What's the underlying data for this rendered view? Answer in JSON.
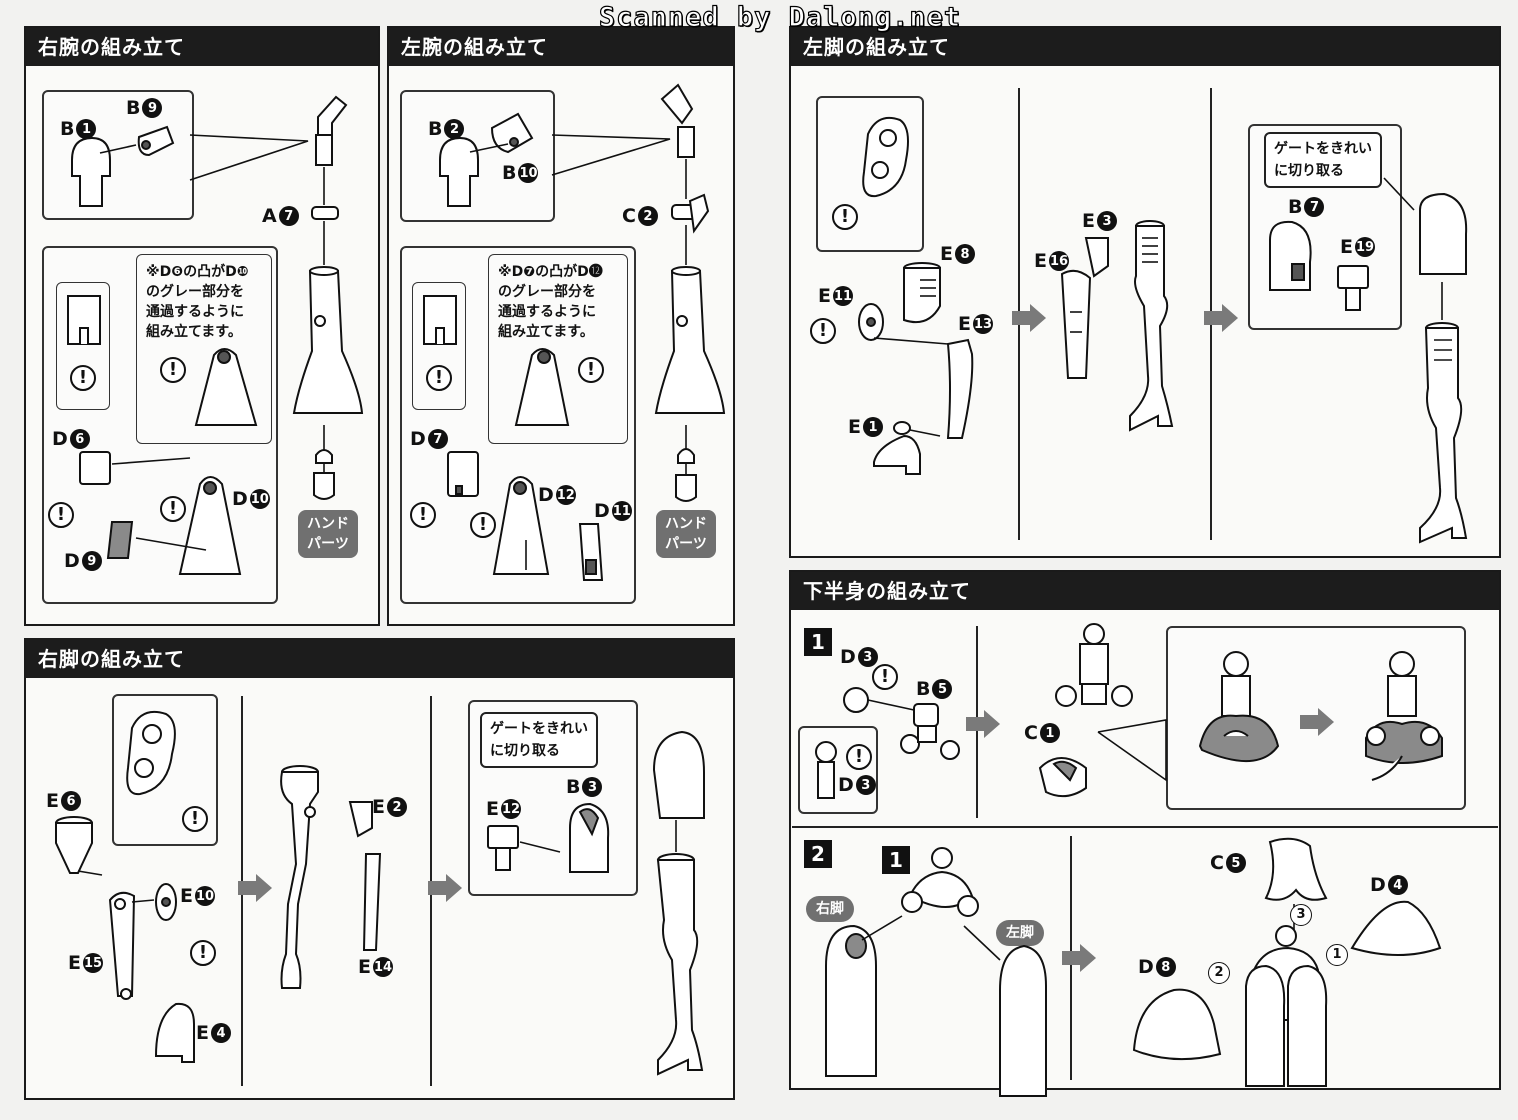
{
  "watermark": "Scanned by Dalong.net",
  "panels": {
    "right_arm": {
      "title": "右腕の組み立て"
    },
    "left_arm": {
      "title": "左腕の組み立て"
    },
    "left_leg": {
      "title": "左脚の組み立て"
    },
    "right_leg": {
      "title": "右脚の組み立て"
    },
    "lower_body": {
      "title": "下半身の組み立て"
    }
  },
  "notes": {
    "right_arm": "※D❻の凸がD❿\nのグレー部分を\n通過するように\n組み立てます。",
    "left_arm": "※D❼の凸がD⓬\nのグレー部分を\n通過するように\n組み立てます。",
    "gate": "ゲートをきれい\nに切り取る"
  },
  "tags": {
    "hand_parts": "ハンド\nパーツ",
    "right_leg": "右脚",
    "left_leg": "左脚"
  },
  "warn_symbol": "!",
  "steps": [
    "1",
    "2",
    "1"
  ],
  "assembly_order": [
    "1",
    "2",
    "3"
  ],
  "labels": {
    "ra_b1": {
      "l": "B",
      "n": "1"
    },
    "ra_b9": {
      "l": "B",
      "n": "9"
    },
    "ra_a7": {
      "l": "A",
      "n": "7"
    },
    "ra_d6": {
      "l": "D",
      "n": "6"
    },
    "ra_d10": {
      "l": "D",
      "n": "10"
    },
    "ra_d9": {
      "l": "D",
      "n": "9"
    },
    "la_b2": {
      "l": "B",
      "n": "2"
    },
    "la_b10": {
      "l": "B",
      "n": "10"
    },
    "la_c2": {
      "l": "C",
      "n": "2"
    },
    "la_d7": {
      "l": "D",
      "n": "7"
    },
    "la_d12": {
      "l": "D",
      "n": "12"
    },
    "la_d11": {
      "l": "D",
      "n": "11"
    },
    "ll_e11": {
      "l": "E",
      "n": "11"
    },
    "ll_e8": {
      "l": "E",
      "n": "8"
    },
    "ll_e13": {
      "l": "E",
      "n": "13"
    },
    "ll_e1": {
      "l": "E",
      "n": "1"
    },
    "ll_e3": {
      "l": "E",
      "n": "3"
    },
    "ll_e16": {
      "l": "E",
      "n": "16"
    },
    "ll_b7": {
      "l": "B",
      "n": "7"
    },
    "ll_e19": {
      "l": "E",
      "n": "19"
    },
    "rl_e6": {
      "l": "E",
      "n": "6"
    },
    "rl_e10": {
      "l": "E",
      "n": "10"
    },
    "rl_e15": {
      "l": "E",
      "n": "15"
    },
    "rl_e4": {
      "l": "E",
      "n": "4"
    },
    "rl_e2": {
      "l": "E",
      "n": "2"
    },
    "rl_e14": {
      "l": "E",
      "n": "14"
    },
    "rl_e12": {
      "l": "E",
      "n": "12"
    },
    "rl_b3": {
      "l": "B",
      "n": "3"
    },
    "lb_d3": {
      "l": "D",
      "n": "3"
    },
    "lb_b5": {
      "l": "B",
      "n": "5"
    },
    "lb_d3b": {
      "l": "D",
      "n": "3"
    },
    "lb_c1": {
      "l": "C",
      "n": "1"
    },
    "lb_c5": {
      "l": "C",
      "n": "5"
    },
    "lb_d4": {
      "l": "D",
      "n": "4"
    },
    "lb_d8": {
      "l": "D",
      "n": "8"
    }
  }
}
